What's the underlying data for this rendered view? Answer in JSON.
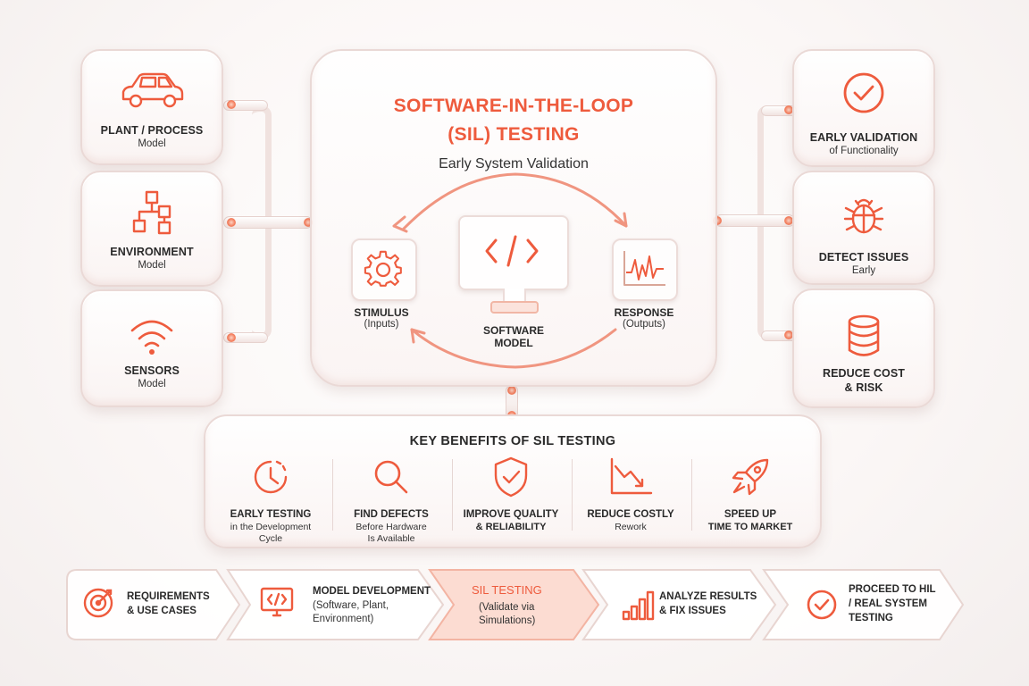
{
  "main": {
    "title_line1": "SOFTWARE-IN-THE-LOOP",
    "title_line2": "(SIL) TESTING",
    "subtitle": "Early System Validation",
    "stimulus": {
      "title": "STIMULUS",
      "sub": "(Inputs)"
    },
    "software": {
      "line1": "SOFTWARE",
      "line2": "MODEL"
    },
    "response": {
      "title": "RESPONSE",
      "sub": "(Outputs)"
    }
  },
  "left_models": [
    {
      "title": "PLANT / PROCESS",
      "sub": "Model",
      "icon": "car-icon"
    },
    {
      "title": "ENVIRONMENT",
      "sub": "Model",
      "icon": "flowchart-icon"
    },
    {
      "title": "SENSORS",
      "sub": "Model",
      "icon": "wifi-icon"
    }
  ],
  "right_outcomes": [
    {
      "title": "EARLY VALIDATION",
      "sub": "of Functionality",
      "icon": "check-circle-icon"
    },
    {
      "title": "DETECT ISSUES",
      "sub": "Early",
      "icon": "bug-icon"
    },
    {
      "title": "REDUCE COST",
      "sub": "& RISK",
      "icon": "database-icon"
    }
  ],
  "benefits": {
    "title": "KEY BENEFITS OF SIL TESTING",
    "items": [
      {
        "title": "EARLY TESTING",
        "sub1": "in the Development",
        "sub2": "Cycle",
        "icon": "clock-icon"
      },
      {
        "title": "FIND DEFECTS",
        "sub1": "Before Hardware",
        "sub2": "Is Available",
        "icon": "magnifier-icon"
      },
      {
        "title": "IMPROVE QUALITY",
        "sub1": "& RELIABILITY",
        "sub2": "",
        "icon": "shield-check-icon"
      },
      {
        "title": "REDUCE COSTLY",
        "sub1": "Rework",
        "sub2": "",
        "icon": "trend-down-icon"
      },
      {
        "title": "SPEED UP",
        "sub1": "TIME TO MARKET",
        "sub2": "",
        "icon": "rocket-icon"
      }
    ]
  },
  "process": [
    {
      "l1": "REQUIREMENTS",
      "l2": "& USE CASES",
      "l3": "",
      "icon": "target-icon"
    },
    {
      "l1": "MODEL DEVELOPMENT",
      "l2": "(Software, Plant,",
      "l3": "Environment)",
      "icon": "code-monitor-icon"
    },
    {
      "l1": "SIL TESTING",
      "l2": "(Validate via",
      "l3": "Simulations)",
      "icon": ""
    },
    {
      "l1": "ANALYZE RESULTS",
      "l2": "& FIX ISSUES",
      "l3": "",
      "icon": "bar-chart-icon"
    },
    {
      "l1": "PROCEED TO HIL",
      "l2": "/ REAL SYSTEM",
      "l3": "TESTING",
      "icon": "check-circle-icon"
    }
  ],
  "colors": {
    "accent": "#ee5b3d",
    "text": "#2a2a2a",
    "glass_border": "#ead9d6"
  }
}
